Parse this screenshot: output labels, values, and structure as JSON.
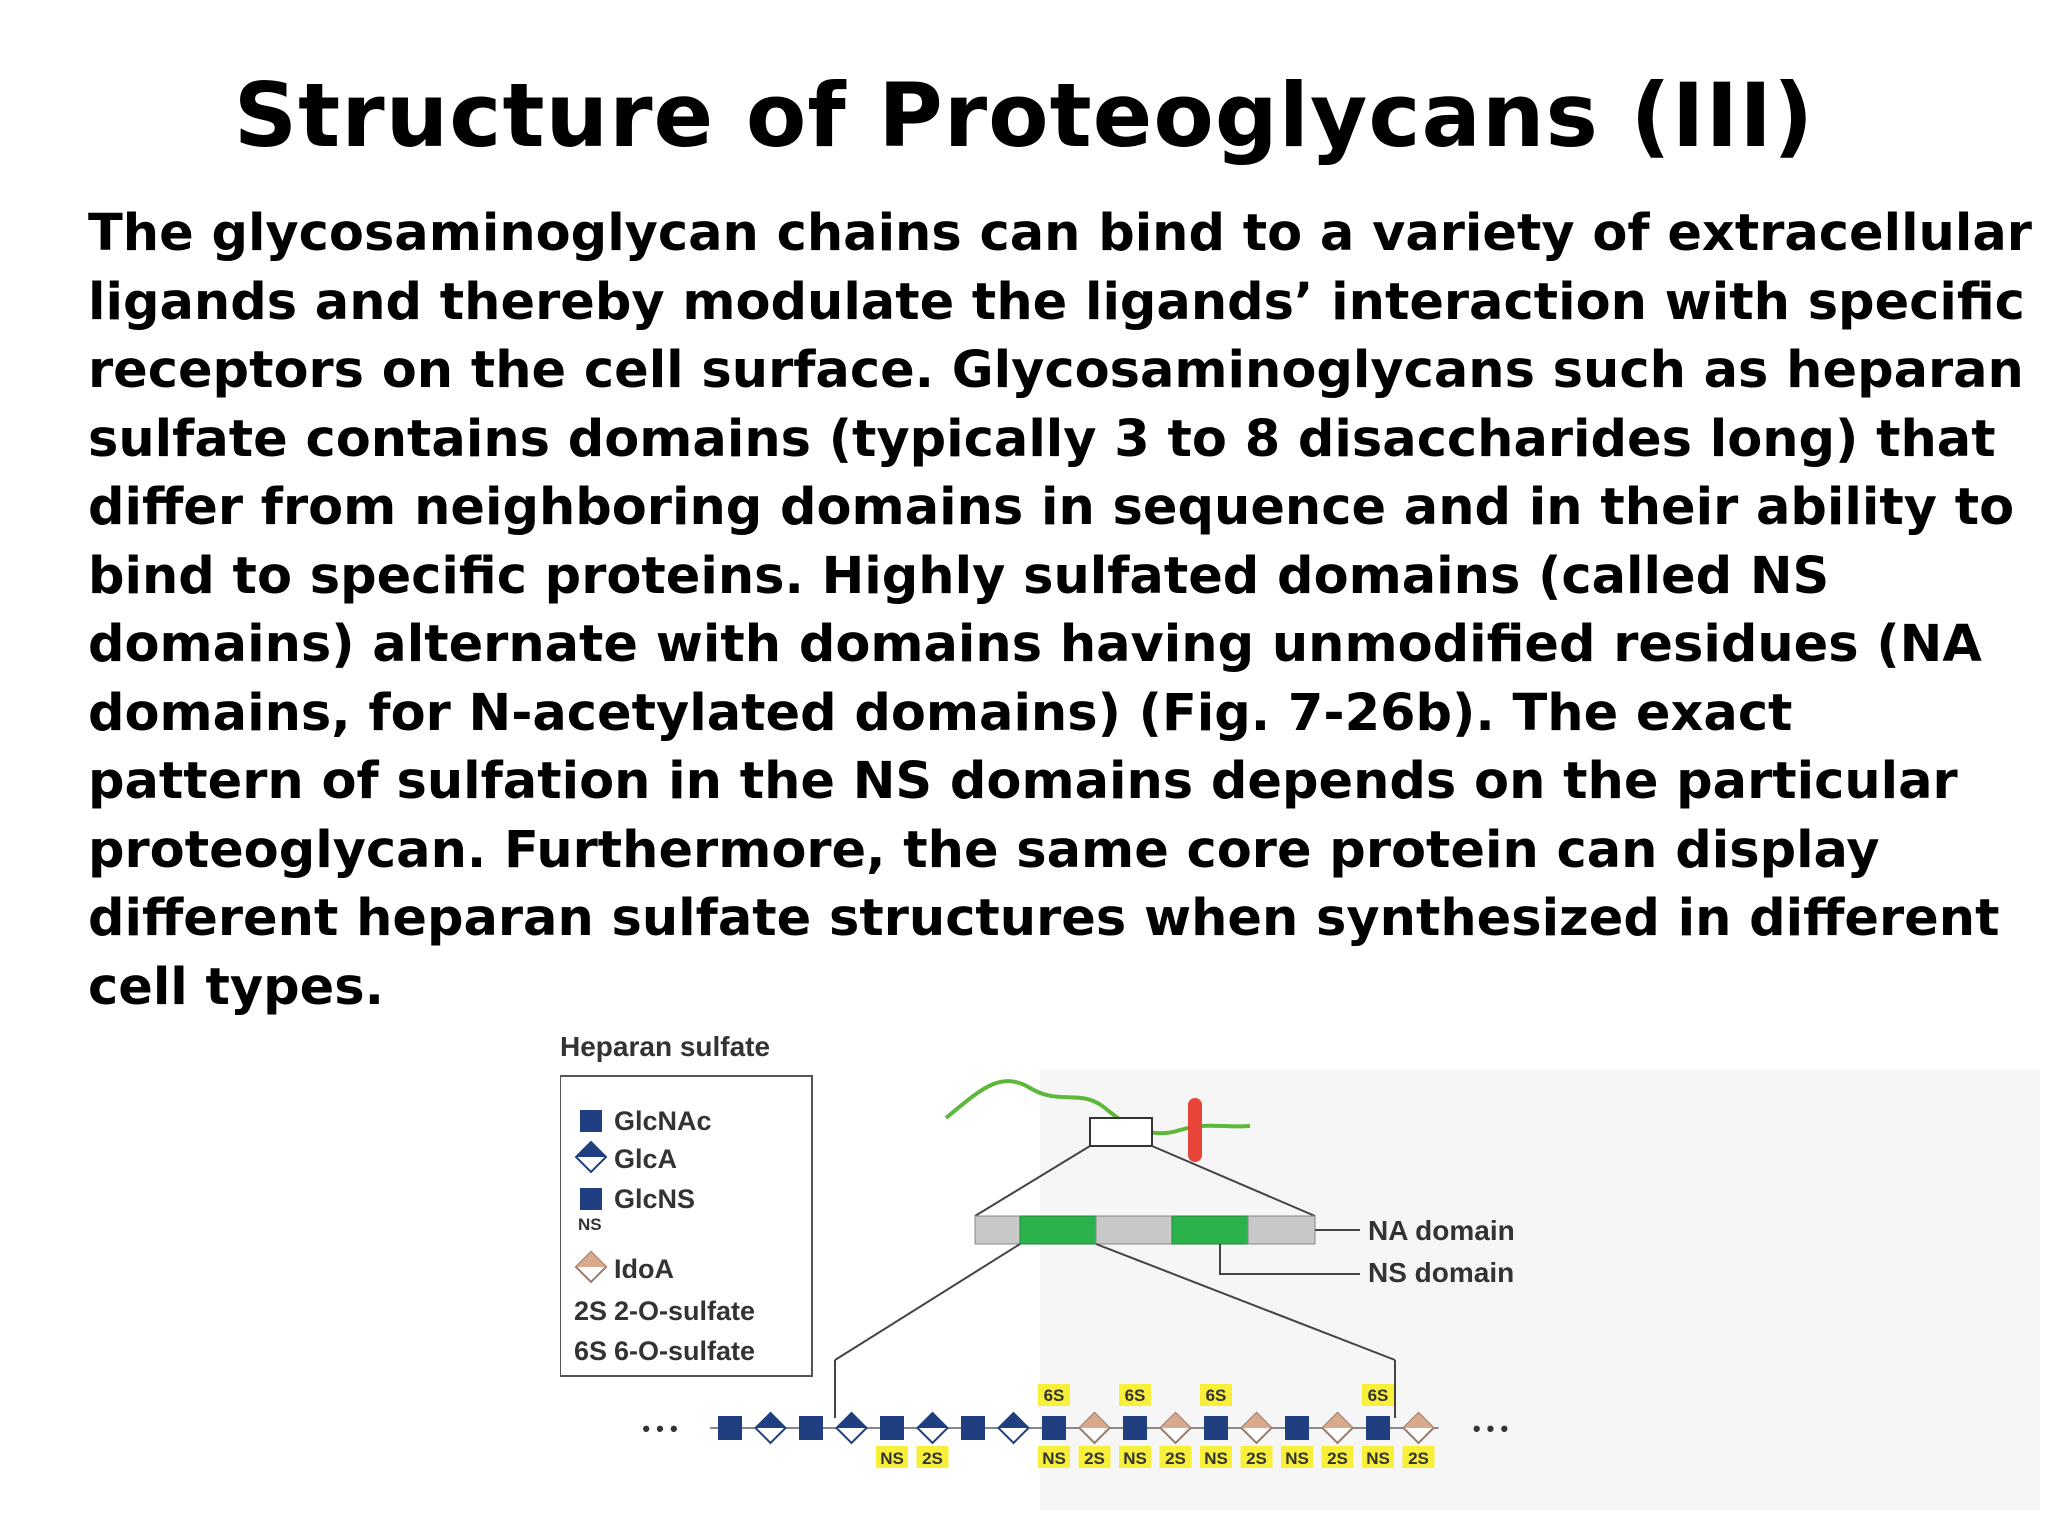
{
  "slide": {
    "title": "Structure of Proteoglycans (III)",
    "body_lines": [
      "The glycosaminoglycan chains can bind to a variety of extracellular",
      "ligands and thereby modulate the ligands’ interaction with specific",
      "receptors on the cell surface. Glycosaminoglycans such as heparan",
      "sulfate contains domains (typically 3 to 8 disaccharides long) that",
      "differ from neighboring domains in sequence and in their ability to",
      "bind to specific proteins. Highly sulfated domains (called NS",
      "domains) alternate with domains having unmodified residues (NA",
      "domains, for N-acetylated domains) (Fig. 7-26b). The exact",
      "pattern of sulfation in the NS domains depends on the particular",
      "proteoglycan. Furthermore, the same core protein can display",
      "different heparan sulfate structures when synthesized in different",
      "cell types."
    ]
  },
  "figure": {
    "title": "Heparan sulfate",
    "legend": {
      "items": [
        {
          "label": "GlcNAc",
          "symbol": "blue-square"
        },
        {
          "label": "GlcA",
          "symbol": "blue-diamond"
        },
        {
          "label": "GlcNS",
          "symbol": "blue-square-ns",
          "sublabel": "NS"
        },
        {
          "label": "IdoA",
          "symbol": "tan-diamond"
        },
        {
          "label": "2-O-sulfate",
          "symbol": "2S"
        },
        {
          "label": "6-O-sulfate",
          "symbol": "6S"
        }
      ]
    },
    "domain_labels": {
      "na": "NA domain",
      "ns": "NS domain"
    },
    "chain_tags": {
      "ns": "NS",
      "s2": "2S",
      "s6": "6S",
      "ellipsis": "• • •"
    },
    "colors": {
      "blue": "#1f3f80",
      "tan": "#d9a98c",
      "green_domain": "#2bb24c",
      "gray_domain": "#c8c8c8",
      "tag_yellow": "#f7ef3a",
      "protein_red": "#e8443a",
      "chain_green": "#5cb83a"
    }
  }
}
